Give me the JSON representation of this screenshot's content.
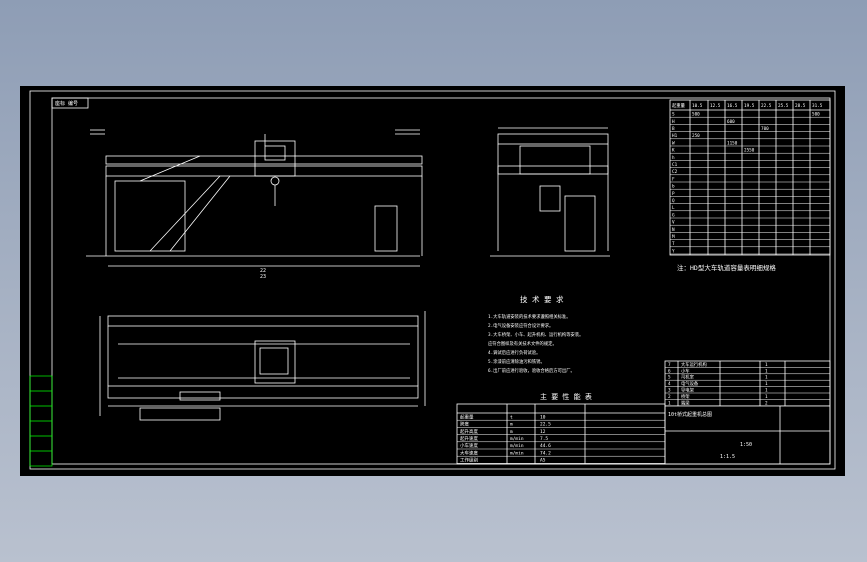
{
  "drawing": {
    "frame_label": "座标 编号",
    "overall_length": "23",
    "bottom_total": "22",
    "note": "注：HD型大车轨道容量表明细规格",
    "tech_title": "技 术 要 求",
    "tech_lines": [
      "1.大车轨道安装的技术要求遵照相关标准。",
      "2.电气设备安装应符合设计要求。",
      "3.大车桥架、小车、起升机构、运行机构等安装。",
      "  应符合图样及有关技术文件的规定。",
      "4.调试后应进行负荷试验。",
      "5.涂漆前应清除油污和铁锈。",
      "6.出厂前应进行验收，验收合格后方可出厂。"
    ],
    "perf_title": "主 要 性 能 表",
    "spec_header": [
      "起重量",
      "10.5",
      "12.5",
      "16.5",
      "19.5",
      "22.5",
      "25.5",
      "28.5",
      "31.5"
    ],
    "spec_rows": [
      [
        "S",
        "500",
        "",
        "",
        "",
        "",
        "",
        "",
        "500"
      ],
      [
        "H",
        "",
        "",
        "600",
        "",
        "",
        "",
        "",
        ""
      ],
      [
        "B",
        "",
        "",
        "",
        "",
        "700",
        "",
        "",
        ""
      ],
      [
        "H1",
        "250",
        "",
        "",
        "",
        "",
        "",
        "",
        ""
      ],
      [
        "W",
        "",
        "",
        "1150",
        "",
        "",
        "",
        "",
        ""
      ],
      [
        "K",
        "",
        "",
        "",
        "2550",
        "",
        "",
        "",
        ""
      ],
      [
        "h",
        "",
        "",
        "",
        "",
        "",
        "",
        "",
        ""
      ],
      [
        "C1",
        "",
        "",
        "",
        "",
        "",
        "",
        "",
        ""
      ],
      [
        "C2",
        "",
        "",
        "",
        "",
        "",
        "",
        "",
        ""
      ],
      [
        "F",
        "",
        "",
        "",
        "",
        "",
        "",
        "",
        ""
      ],
      [
        "b",
        "",
        "",
        "",
        "",
        "",
        "",
        "",
        ""
      ],
      [
        "P",
        "",
        "",
        "",
        "",
        "",
        "",
        "",
        ""
      ],
      [
        "Q",
        "",
        "",
        "",
        "",
        "",
        "",
        "",
        ""
      ],
      [
        "L",
        "",
        "",
        "",
        "",
        "",
        "",
        "",
        ""
      ],
      [
        "G",
        "",
        "",
        "",
        "",
        "",
        "",
        "",
        ""
      ],
      [
        "V",
        "",
        "",
        "",
        "",
        "",
        "",
        "",
        ""
      ],
      [
        "N",
        "",
        "",
        "",
        "",
        "",
        "",
        "",
        ""
      ],
      [
        "M",
        "",
        "",
        "",
        "",
        "",
        "",
        "",
        ""
      ],
      [
        "T",
        "",
        "",
        "",
        "",
        "",
        "",
        "",
        ""
      ],
      [
        "Y",
        "",
        "",
        "",
        "",
        "",
        "",
        "",
        ""
      ]
    ],
    "perf_rows": [
      [
        "起重量",
        "t",
        "10"
      ],
      [
        "跨度",
        "m",
        "22.5"
      ],
      [
        "起升高度",
        "m",
        "12"
      ],
      [
        "起升速度",
        "m/min",
        "7.5"
      ],
      [
        "小车速度",
        "m/min",
        "44.6"
      ],
      [
        "大车速度",
        "m/min",
        "74.2"
      ],
      [
        "工作级别",
        "",
        "A5"
      ]
    ],
    "parts_rows": [
      [
        "7",
        "大车运行机构",
        "1"
      ],
      [
        "6",
        "小车",
        "1"
      ],
      [
        "5",
        "司机室",
        "1"
      ],
      [
        "4",
        "电气设备",
        "1"
      ],
      [
        "3",
        "导电架",
        "1"
      ],
      [
        "2",
        "桥架",
        "1"
      ],
      [
        "1",
        "端梁",
        "2"
      ]
    ],
    "title_block": {
      "name": "10t桥式起重机总图",
      "scale": "1:50",
      "sheet": "1:1.5"
    }
  }
}
